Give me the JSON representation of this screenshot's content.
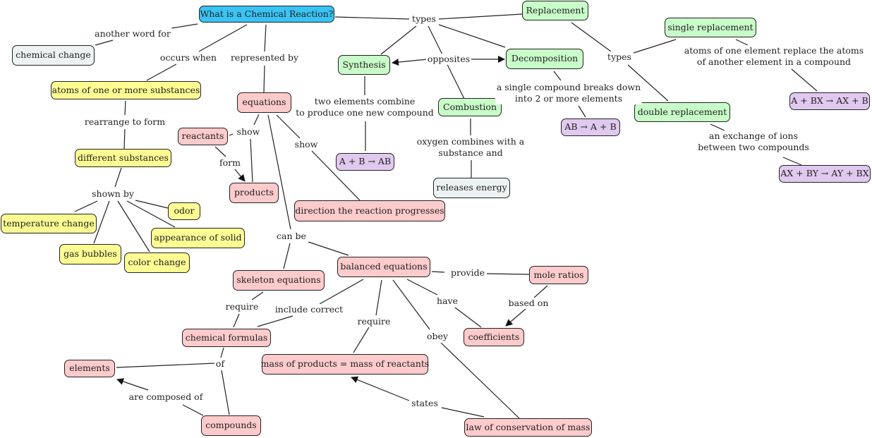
{
  "colors": {
    "root": "#3ac3f5",
    "type": "#c8fcc8",
    "observation": "#fdfc93",
    "equation": "#fdcbcb",
    "formula": "#e0c9ef",
    "neutral": "#edf2f3",
    "line": "#222222"
  },
  "nodes": {
    "root": "What is a Chemical Reaction?",
    "chemical_change": "chemical change",
    "atoms": "atoms of one or more substances",
    "different_substances": "different substances",
    "temperature_change": "temperature change",
    "gas_bubbles": "gas bubbles",
    "color_change": "color change",
    "odor": "odor",
    "appearance_of_solid": "appearance of solid",
    "equations": "equations",
    "reactants": "reactants",
    "products": "products",
    "direction": "direction the reaction progresses",
    "skeleton_equations": "skeleton equations",
    "balanced_equations": "balanced equations",
    "chemical_formulas": "chemical formulas",
    "elements": "elements",
    "compounds": "compounds",
    "mass_equality": "mass of products = mass of reactants",
    "law_conservation": "law of conservation of mass",
    "mole_ratios": "mole ratios",
    "coefficients": "coefficients",
    "synthesis": "Synthesis",
    "synthesis_formula": "A + B → AB",
    "combustion": "Combustion",
    "releases_energy": "releases energy",
    "decomposition": "Decomposition",
    "decomposition_formula": "AB → A + B",
    "replacement": "Replacement",
    "single_replacement": "single replacement",
    "single_formula": "A + BX → AX + B",
    "double_replacement": "double replacement",
    "double_formula": "AX + BY → AY + BX"
  },
  "links": {
    "another_word_for": "another word for",
    "occurs_when": "occurs when",
    "represented_by": "represented by",
    "types_main": "types",
    "rearrange_to_form": "rearrange to form",
    "shown_by": "shown by",
    "show_products": "show",
    "form": "form",
    "show_direction": "show",
    "can_be": "can be",
    "require_formulas": "require",
    "include_correct": "include correct",
    "of": "of",
    "are_composed_of": "are composed of",
    "require_mass": "require",
    "obey": "obey",
    "states": "states",
    "have": "have",
    "provide": "provide",
    "based_on": "based on",
    "opposites": "opposites",
    "synthesis_desc": "two elements combine\nto produce one new compound",
    "combustion_desc": "oxygen combines with a\nsubstance and",
    "decomposition_desc": "a single compound breaks down\ninto 2 or more elements",
    "types_replacement": "types",
    "single_desc": "atoms of one element replace the atoms\nof another element in a compound",
    "double_desc": "an exchange of ions\nbetween two compounds"
  }
}
